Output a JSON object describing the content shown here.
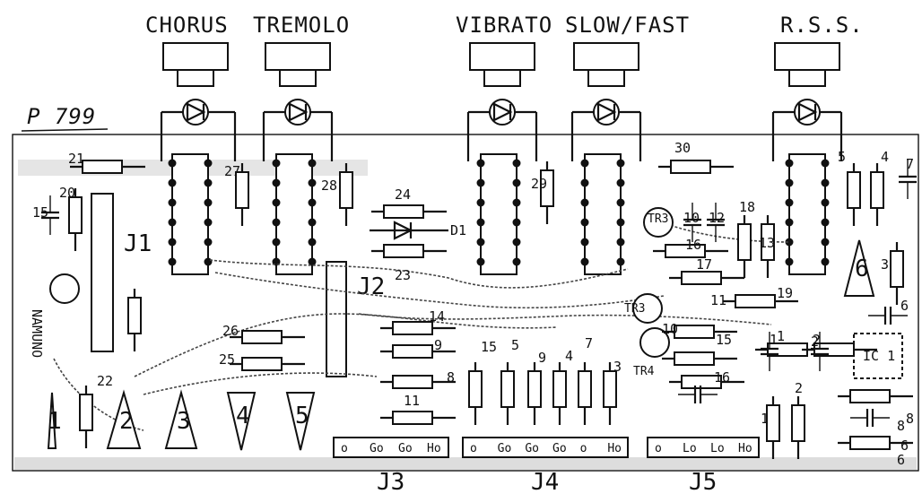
{
  "board_id": "P 799",
  "side_label": "NAMUNO",
  "switches": [
    {
      "label": "CHORUS"
    },
    {
      "label": "TREMOLO"
    },
    {
      "label": "VIBRATO"
    },
    {
      "label": "SLOW/FAST"
    },
    {
      "label": "R.S.S."
    }
  ],
  "connectors": [
    {
      "label": "J3",
      "pins": [
        "o",
        "Go",
        "Go",
        "Ho"
      ]
    },
    {
      "label": "J4",
      "pins": [
        "o",
        "Go",
        "Go",
        "Go",
        "o",
        "Ho"
      ]
    },
    {
      "label": "J5",
      "pins": [
        "o",
        "Lo",
        "Lo",
        "Ho"
      ]
    }
  ],
  "jumpers": [
    "J1",
    "J2"
  ],
  "trimmers": [
    "1",
    "2",
    "3",
    "4",
    "5",
    "6"
  ],
  "transistors": [
    "TR3",
    "TR3",
    "TR4"
  ],
  "ic_label": "IC 1",
  "diode_label": "D1",
  "resistor_labels": [
    "21",
    "20",
    "27",
    "28",
    "24",
    "23",
    "29",
    "30",
    "18",
    "13",
    "16",
    "17",
    "19",
    "5",
    "4",
    "3",
    "22",
    "26",
    "25",
    "14",
    "9",
    "8",
    "11",
    "15",
    "5",
    "9",
    "4",
    "7",
    "3",
    "10",
    "15",
    "16",
    "1",
    "2",
    "1",
    "2",
    "8",
    "6"
  ],
  "capacitor_labels": [
    "15",
    "10",
    "12",
    "7",
    "6",
    "1",
    "2",
    "8",
    "11"
  ],
  "misc_labels": [
    "6"
  ]
}
